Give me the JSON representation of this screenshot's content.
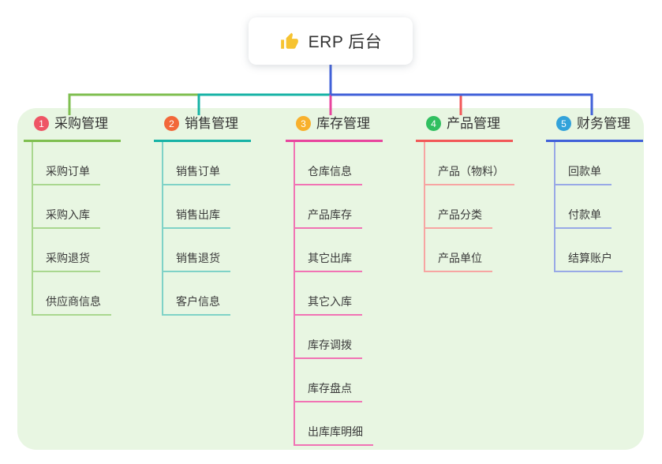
{
  "root": {
    "label": "ERP 后台",
    "icon": "thumbs-up-icon",
    "icon_color": "#f6c331"
  },
  "branches": [
    {
      "index": "1",
      "label": "采购管理",
      "badge_color": "#ee5565",
      "line_color": "#7fbf50",
      "child_line_color": "#a9d78f",
      "children": [
        "采购订单",
        "采购入库",
        "采购退货",
        "供应商信息"
      ]
    },
    {
      "index": "2",
      "label": "销售管理",
      "badge_color": "#f2683a",
      "line_color": "#17b3a6",
      "child_line_color": "#7fd2c7",
      "children": [
        "销售订单",
        "销售出库",
        "销售退货",
        "客户信息"
      ]
    },
    {
      "index": "3",
      "label": "库存管理",
      "badge_color": "#f8b02c",
      "line_color": "#e8459e",
      "child_line_color": "#f173b4",
      "children": [
        "仓库信息",
        "产品库存",
        "其它出库",
        "其它入库",
        "库存调拨",
        "库存盘点",
        "出库库明细"
      ]
    },
    {
      "index": "4",
      "label": "产品管理",
      "badge_color": "#30bf60",
      "line_color": "#f25858",
      "child_line_color": "#f7a5a2",
      "children": [
        "产品（物料）",
        "产品分类",
        "产品单位"
      ]
    },
    {
      "index": "5",
      "label": "财务管理",
      "badge_color": "#32a2da",
      "line_color": "#4161d9",
      "child_line_color": "#98a9e6",
      "children": [
        "回款单",
        "付款单",
        "结算账户"
      ]
    }
  ],
  "colors": {
    "canvas_background": "#ffffff",
    "panel_background": "#e8f6e2",
    "root_connector": "#4161d9",
    "text": "#333333"
  }
}
